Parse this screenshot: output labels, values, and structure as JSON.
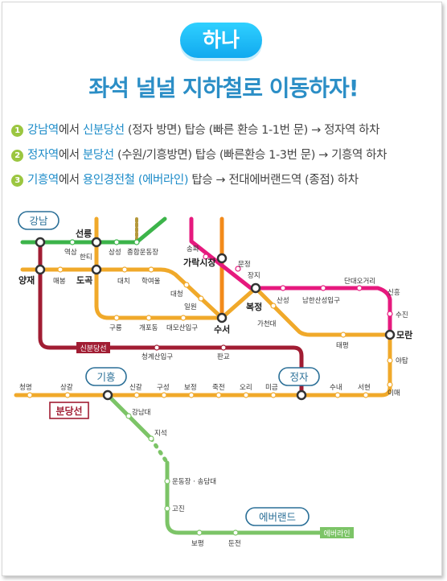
{
  "badge": "하나",
  "title": "좌석 널널 지하철로 이동하자!",
  "steps": [
    {
      "num": "1",
      "color": "#9bc640",
      "a": "강남역",
      "b": "에서 ",
      "c": "신분당선",
      "d": " (정자 방면) 탑승 (빠른 환승 1-1번 문) → 정자역 하차"
    },
    {
      "num": "2",
      "color": "#9bc640",
      "a": "정자역",
      "b": "에서 ",
      "c": "분당선",
      "d": " (수원/기흥방면) 탑승 (빠른환승 1-3번 문) → 기흥역 하차"
    },
    {
      "num": "3",
      "color": "#9bc640",
      "a": "기흥역",
      "b": "에서 ",
      "c": "용인경전철 (에버라인)",
      "d": " 탑승 → 전대에버랜드역 (종점) 하차"
    }
  ],
  "map": {
    "lines": {
      "sinbundang": {
        "label": "신분당선",
        "color": "#a11d33"
      },
      "bundang": {
        "label": "분당선",
        "color": "#f0a92a"
      },
      "everline": {
        "label": "에버라인",
        "color": "#7cc467"
      },
      "line2": {
        "color": "#3cb44a"
      },
      "line9": {
        "color": "#b5983a"
      },
      "line8": {
        "color": "#e6197e"
      },
      "line3": {
        "color": "#f28a1a"
      }
    },
    "bubbles": {
      "gangnam": "강남",
      "giheung": "기흥",
      "jeongja": "정자",
      "everland": "에버랜드"
    },
    "bold_stations": {
      "yangjae": "양재",
      "dogok": "도곡",
      "seolleung": "선릉",
      "garak": "가락시장",
      "suseo": "수서",
      "bokjeong": "복정",
      "moran": "모란"
    },
    "stations": {
      "yeoksam": "역삼",
      "hanti": "한티",
      "samseong": "삼성",
      "sports": "종합운동장",
      "maebong": "매봉",
      "daechi": "대치",
      "hakyeoul": "학여울",
      "daecheong": "대청",
      "irwon": "일원",
      "gurung": "구룡",
      "gaepo": "개포동",
      "daemo": "대모산입구",
      "cheonggye": "청계산입구",
      "pangyo": "판교",
      "songpa": "송파",
      "munjeong": "문정",
      "jangji": "장지",
      "gachon": "가천대",
      "sanseong": "산성",
      "namhan": "남한산성입구",
      "dandae": "단대오거리",
      "sinheung": "신흥",
      "sujin": "수진",
      "taepyeong": "태평",
      "yatap": "야탑",
      "imae": "이매",
      "seohyeon": "서현",
      "sunae": "수내",
      "migeum": "미금",
      "ori": "오리",
      "jukjeon": "죽전",
      "bojeong": "보정",
      "guseong": "구성",
      "singal": "신갈",
      "sanggal": "상갈",
      "cheongmyeong": "청명",
      "gangnamdae": "강남대",
      "jiseok": "지석",
      "undongjang": "운동장 · 송담대",
      "gojin": "고진",
      "bopyeong": "보평",
      "dunjeon": "둔전"
    }
  }
}
